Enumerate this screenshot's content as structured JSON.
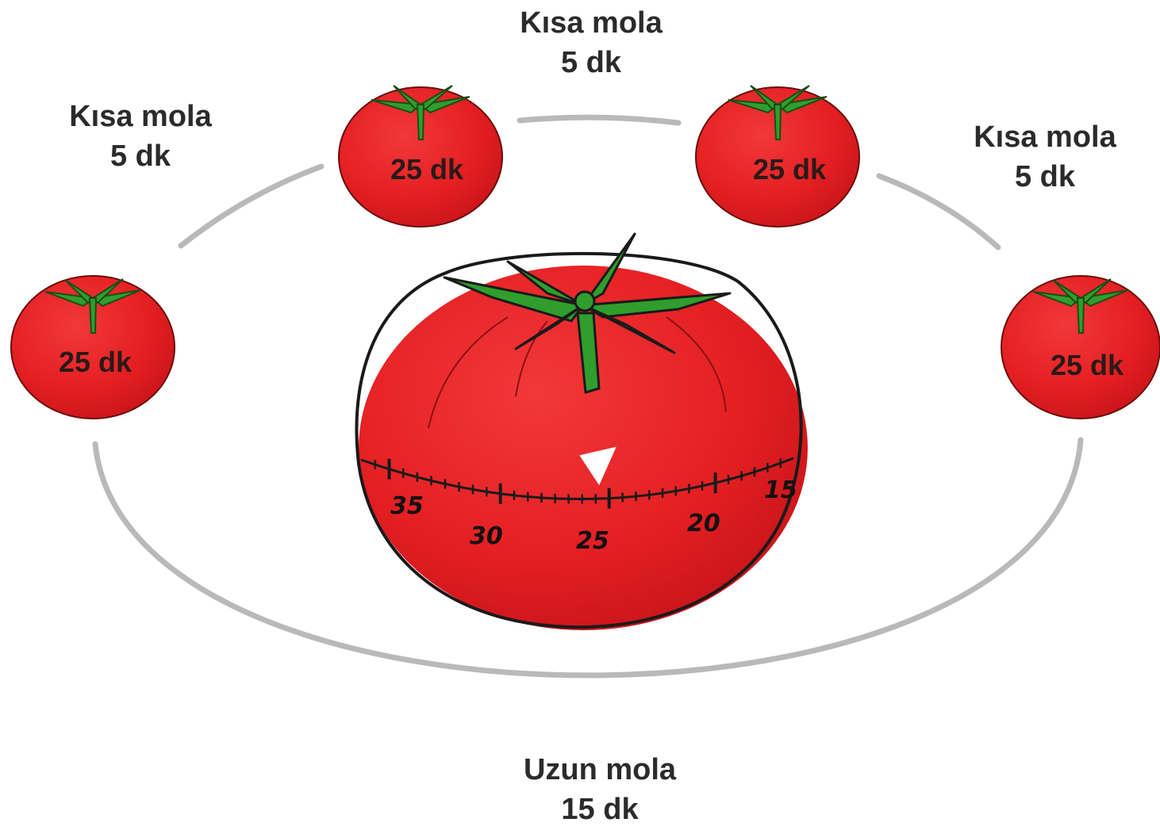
{
  "tomatoes": [
    {
      "label": "25 dk"
    },
    {
      "label": "25 dk"
    },
    {
      "label": "25 dk"
    },
    {
      "label": "25 dk"
    }
  ],
  "breaks": {
    "top": {
      "title": "Kısa mola",
      "duration": "5 dk"
    },
    "left": {
      "title": "Kısa mola",
      "duration": "5 dk"
    },
    "right": {
      "title": "Kısa mola",
      "duration": "5 dk"
    },
    "bottom": {
      "title": "Uzun mola",
      "duration": "15 dk"
    }
  },
  "timer": {
    "dial_numbers": [
      "35",
      "30",
      "25",
      "20",
      "15"
    ]
  },
  "colors": {
    "tomato_red": "#e41f22",
    "tomato_dark": "#c9151a",
    "stem_green": "#2f9e2c",
    "cycle_line": "#b9b9b9",
    "outline": "#1a1a1a"
  }
}
